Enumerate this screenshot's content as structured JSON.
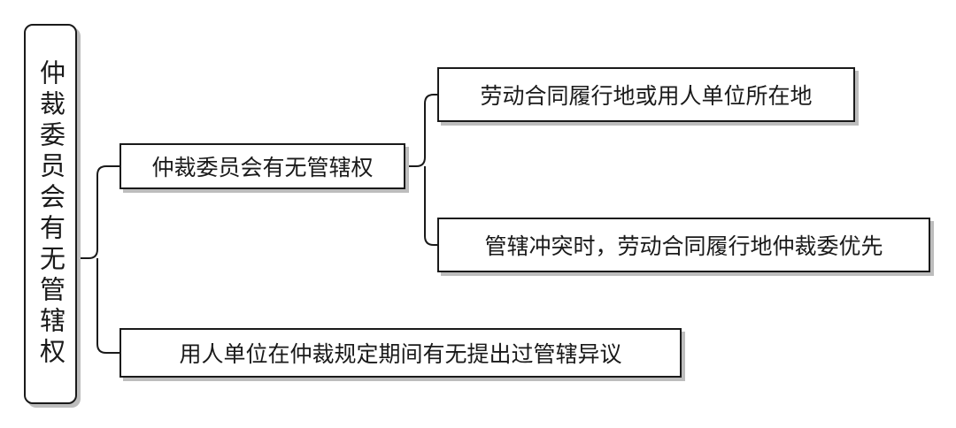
{
  "root": {
    "label": "仲裁委员会有无管辖权"
  },
  "branches": [
    {
      "label": "仲裁委员会有无管辖权",
      "children": [
        {
          "label": "劳动合同履行地或用人单位所在地"
        },
        {
          "label": "管辖冲突时，劳动合同履行地仲裁委优先"
        }
      ]
    },
    {
      "label": "用人单位在仲裁规定期间有无提出过管辖异议"
    }
  ]
}
